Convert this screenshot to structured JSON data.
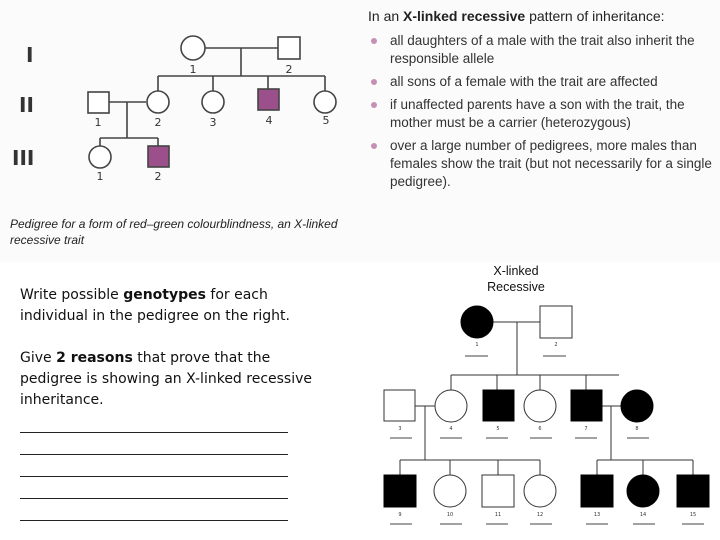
{
  "textbook": {
    "generations": [
      "I",
      "II",
      "III"
    ],
    "labels": {
      "gen1": [
        "1",
        "2"
      ],
      "gen2": [
        "1",
        "2",
        "3",
        "4",
        "5"
      ],
      "gen3": [
        "1",
        "2"
      ]
    },
    "caption": "Pedigree for a form of red–green colourblindness, an X-linked recessive trait",
    "rules_title_prefix": "In an ",
    "rules_title_bold": "X-linked recessive",
    "rules_title_suffix": " pattern of inheritance:",
    "rules": [
      "all daughters of a male with the trait also inherit the responsible allele",
      "all sons of a female with the trait are affected",
      "if unaffected parents have a son with the trait, the mother must be a carrier (heterozygous)",
      "over a large number of pedigrees, more males than females show the trait (but not necessarily for a single pedigree)."
    ],
    "affected_color": "#9b4f8b"
  },
  "task": {
    "line1_pre": "Write possible ",
    "line1_bold": "genotypes",
    "line1_post": " for each individual in the pedigree on the right.",
    "line2_pre": "Give ",
    "line2_bold": "2 reasons",
    "line2_post": " that prove that the pedigree is showing an X-linked recessive inheritance.",
    "answer_line_count": 5
  },
  "exercise": {
    "title_line1": "X-linked",
    "title_line2": "Recessive",
    "labels": {
      "gen1": [
        "1",
        "2"
      ],
      "gen2": [
        "3",
        "4",
        "5",
        "6",
        "7",
        "8"
      ],
      "gen3": [
        "9",
        "10",
        "11",
        "12",
        "13",
        "14",
        "15"
      ]
    }
  }
}
